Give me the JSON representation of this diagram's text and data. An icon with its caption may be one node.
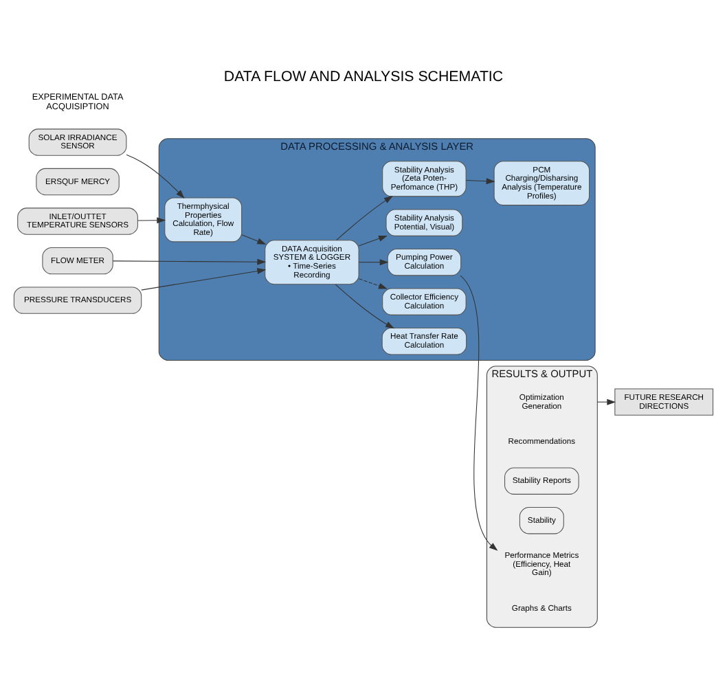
{
  "diagram": {
    "title": "DATA FLOW AND ANALYSIS SCHEMATIC",
    "nodes": [
      {
        "text": [
          "SOLAR IRRADIANCE SENSOR"
        ]
      },
      {
        "text": [
          "ERSQUF MERCY"
        ]
      },
      {
        "text": [
          "INLET/OUTTET TEMPERATURE SENSORS"
        ]
      },
      {
        "text": [
          "FLOW METER"
        ]
      },
      {
        "text": [
          "PRESSURE TRANSDUCERS"
        ]
      },
      {
        "text": [
          "DATA PROCESSING & ANALYSIS LAYER"
        ]
      },
      {
        "text": [
          "Thermphysical Properties Calculation, Flow Rate)"
        ],
        "in": 5
      },
      {
        "text": [
          "Heat Transfer Rate Calculation"
        ],
        "in": 5
      },
      {
        "text": [
          "Collector Efficiency Calculation"
        ],
        "in": 5
      },
      {
        "text": [
          "DATA Acquisition SYSTEM & LOGGER",
          "• Time-Series Recording"
        ],
        "in": 5
      },
      {
        "text": [
          "Pumping Power Calculation"
        ],
        "in": 5
      },
      {
        "text": [
          "Stability Analysis Potential, Visual)"
        ],
        "in": 5
      },
      {
        "text": [
          "Stability Analysis (Zeta Poten- Perfomance (THP)"
        ],
        "in": 5
      },
      {
        "text": [
          "PCM Charging/Disharsing Analysis (Temperature Profiles)"
        ],
        "in": 5
      },
      {
        "text": [
          "RESULTS & OUTPUT"
        ]
      },
      {
        "text": [
          "Graphs & Charts"
        ],
        "in": 14
      },
      {
        "text": [
          "Performance Metrics (Efficiency, Heat Gain)"
        ],
        "in": 14
      },
      {
        "text": [
          "Stability"
        ],
        "in": 14
      },
      {
        "text": [
          "Stability Reports"
        ],
        "in": 14
      },
      {
        "text": [
          "Recommendations"
        ],
        "in": 14
      },
      {
        "text": [
          "Optimization Generation"
        ],
        "in": 14
      },
      {
        "text": [
          "FUTURE RESEARCH DIRECTIONS"
        ]
      }
    ],
    "edges": [
      {
        "from": 0,
        "to": 6,
        "arrow": "to"
      },
      {
        "from": 2,
        "to": 6,
        "arrow": "to"
      },
      {
        "from": 3,
        "to": 9,
        "arrow": "to"
      },
      {
        "from": 4,
        "to": 9,
        "arrow": "to"
      },
      {
        "from": 6,
        "to": 9,
        "arrow": "to"
      },
      {
        "from": 9,
        "to": 7,
        "arrow": "to"
      },
      {
        "from": 9,
        "to": 8,
        "arrow": "to",
        "style": "dashed"
      },
      {
        "from": 9,
        "to": 10,
        "arrow": "to"
      },
      {
        "from": 9,
        "to": 11,
        "arrow": "to"
      },
      {
        "from": 9,
        "to": 12,
        "arrow": "to"
      },
      {
        "from": 12,
        "to": 13,
        "arrow": "to"
      },
      {
        "from": 10,
        "to": 16,
        "arrow": "to"
      },
      {
        "from": 14,
        "to": 21,
        "arrow": "to"
      }
    ],
    "labels": [
      "EXPERIMENTAL DATA ACQUISIPTION"
    ]
  }
}
